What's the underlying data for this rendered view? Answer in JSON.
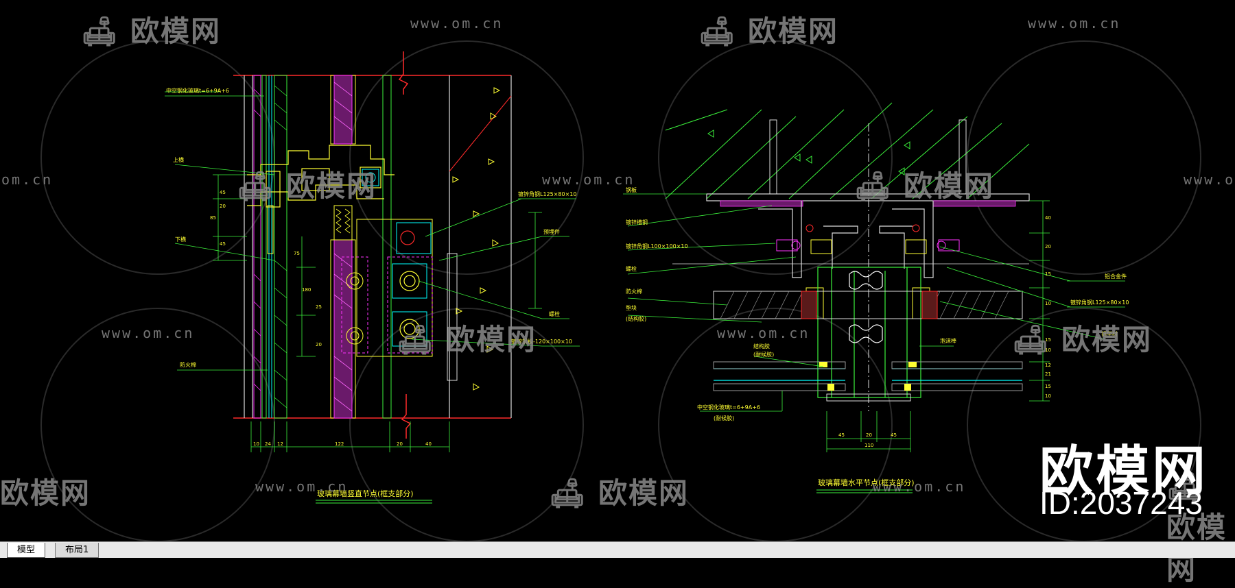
{
  "watermark": {
    "brand": "欧模网",
    "url": "www.om.cn",
    "url_fragment": "om.cn",
    "brand_fragment": "欧模网"
  },
  "overlay": {
    "brand": "欧模网",
    "id_text": "ID:2037243"
  },
  "tabs": [
    {
      "label": "模型"
    },
    {
      "label": "布局1"
    }
  ],
  "left_drawing": {
    "title": "玻璃幕墙竖直节点(框支部分)",
    "notes": [
      "中空钢化玻璃t=6+9A+6",
      "上横",
      "下横",
      "防火棉",
      "镀锌角钢L125×80×10",
      "预埋件",
      "螺栓",
      "镀锌钢板-120×100×10"
    ],
    "dims_bottom": [
      "10",
      "24",
      "12",
      "122",
      "20",
      "40"
    ],
    "dims_side": [
      "45",
      "20",
      "85",
      "45",
      "75",
      "180",
      "25",
      "20"
    ]
  },
  "right_drawing": {
    "title": "玻璃幕墙水平节点(框支部分)",
    "notes": [
      "钢板",
      "镀锌槽钢",
      "镀锌角钢L100×100×10",
      "螺栓",
      "防火棉",
      "垫块",
      "(结构胶)",
      "结构胶",
      "(耐候胶)",
      "泡沫棒",
      "铝合金件",
      "镀锌角钢L125×80×10",
      "铝型材",
      "中空钢化玻璃t=6+9A+6",
      "(耐候胶)"
    ],
    "dims_bottom": [
      "45",
      "20",
      "45",
      "110"
    ],
    "dims_side": [
      "40",
      "20",
      "15",
      "10",
      "15",
      "10",
      "12",
      "21",
      "15",
      "10"
    ]
  }
}
